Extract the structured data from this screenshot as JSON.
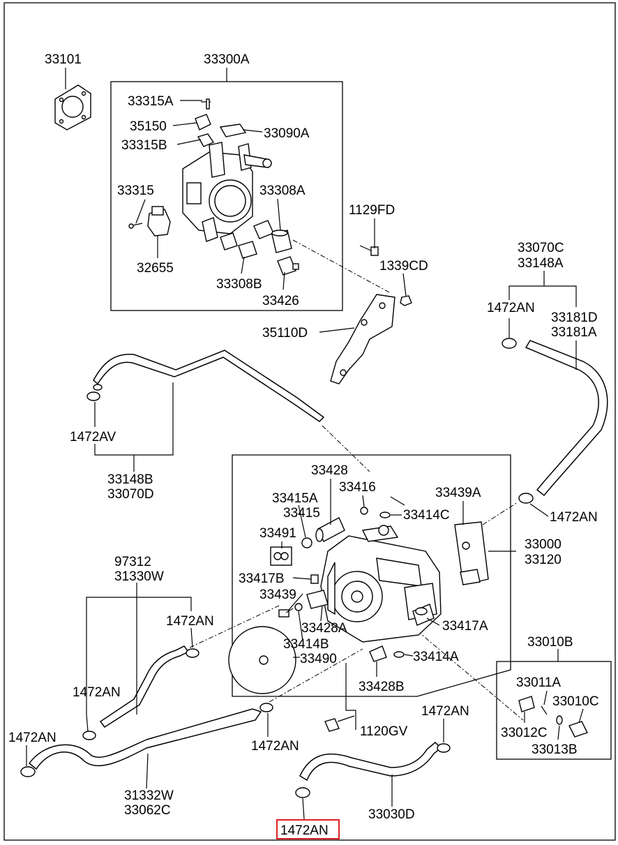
{
  "labels": {
    "p33101": "33101",
    "p33300A": "33300A",
    "p33315A": "33315A",
    "p35150": "35150",
    "p33090A": "33090A",
    "p33315B": "33315B",
    "p33315": "33315",
    "p33308A": "33308A",
    "p32655": "32655",
    "p33308B": "33308B",
    "p33426": "33426",
    "p1129FD": "1129FD",
    "p1339CD": "1339CD",
    "p35110D": "35110D",
    "p33070C_top": "33070C",
    "p33148A": "33148A",
    "p1472AN_right": "1472AN",
    "p33181D": "33181D",
    "p33181A": "33181A",
    "p1472AV": "1472AV",
    "p33148B": "33148B",
    "p33070D": "33070D",
    "p33428_top": "33428",
    "p33416": "33416",
    "p33415A": "33415A",
    "p33415": "33415",
    "p33414C": "33414C",
    "p33439A": "33439A",
    "p1472AN_mid_right": "1472AN",
    "p33491": "33491",
    "p33000": "33000",
    "p33120": "33120",
    "p97312": "97312",
    "p31330W": "31330W",
    "p33417B": "33417B",
    "p33439": "33439",
    "p1472AN_left_mid": "1472AN",
    "p33428A": "33428A",
    "p33417A": "33417A",
    "p33414B": "33414B",
    "p33490": "33490",
    "p33414A": "33414A",
    "p33010B": "33010B",
    "p1472AN_left_low": "1472AN",
    "p33428B": "33428B",
    "p33011A": "33011A",
    "p33010C": "33010C",
    "p1472AN_far_left": "1472AN",
    "p1472AN_center": "1472AN",
    "p1120GV": "1120GV",
    "p1472AN_bottom_right": "1472AN",
    "p33012C": "33012C",
    "p33013B": "33013B",
    "p31332W": "31332W",
    "p33062C": "33062C",
    "p33030D": "33030D",
    "p1472AN_highlighted": "1472AN"
  },
  "highlight_color": "#e02020"
}
